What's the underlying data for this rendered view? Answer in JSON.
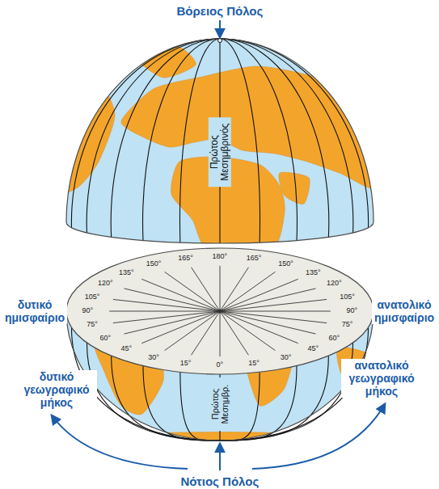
{
  "diagram": {
    "labels": [
      "Βόρειος Πόλος",
      "Πρώτος Μεσημβρινός",
      "0°",
      "15°",
      "30°",
      "45°",
      "60°",
      "75°",
      "90°",
      "105°",
      "120°",
      "135°",
      "150°",
      "165°",
      "180°",
      "165°",
      "150°",
      "135°",
      "120°",
      "105°",
      "90°",
      "75°",
      "60°",
      "45°",
      "30°",
      "15°",
      "δυτικό ημισφαίριο",
      "ανατολικό ημισφαίριο",
      "Πρώτος Μεσημβρ.",
      "δυτικό γεωγραφικό μήκος",
      "ανατολικό γεωγραφικό μήκος",
      "Νότιος Πόλος"
    ]
  }
}
